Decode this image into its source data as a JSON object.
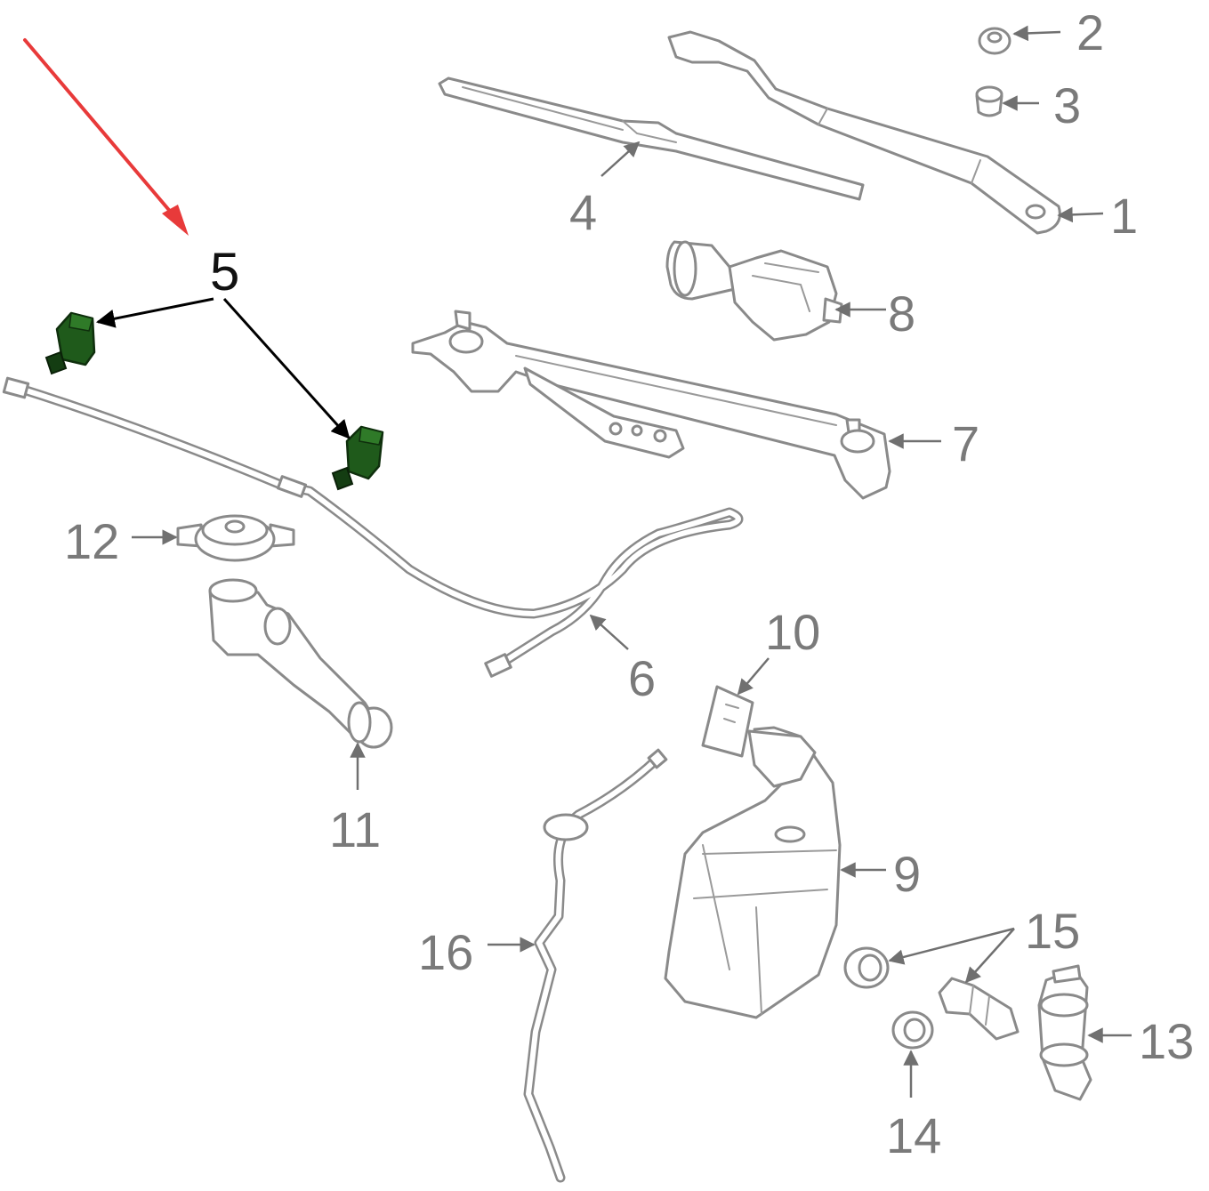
{
  "diagram": {
    "callouts": [
      {
        "id": "1",
        "label": "1"
      },
      {
        "id": "2",
        "label": "2"
      },
      {
        "id": "3",
        "label": "3"
      },
      {
        "id": "4",
        "label": "4"
      },
      {
        "id": "5",
        "label": "5"
      },
      {
        "id": "6",
        "label": "6"
      },
      {
        "id": "7",
        "label": "7"
      },
      {
        "id": "8",
        "label": "8"
      },
      {
        "id": "9",
        "label": "9"
      },
      {
        "id": "10",
        "label": "10"
      },
      {
        "id": "11",
        "label": "11"
      },
      {
        "id": "12",
        "label": "12"
      },
      {
        "id": "13",
        "label": "13"
      },
      {
        "id": "14",
        "label": "14"
      },
      {
        "id": "15",
        "label": "15"
      },
      {
        "id": "16",
        "label": "16"
      }
    ],
    "highlighted_callout": "5",
    "colors": {
      "line_art": "#8a8a8a",
      "callout_text": "#7a7a7a",
      "highlight_text": "#111111",
      "highlight_part": "#1f5a1b",
      "pointer_arrow": "#e83a3a"
    }
  }
}
